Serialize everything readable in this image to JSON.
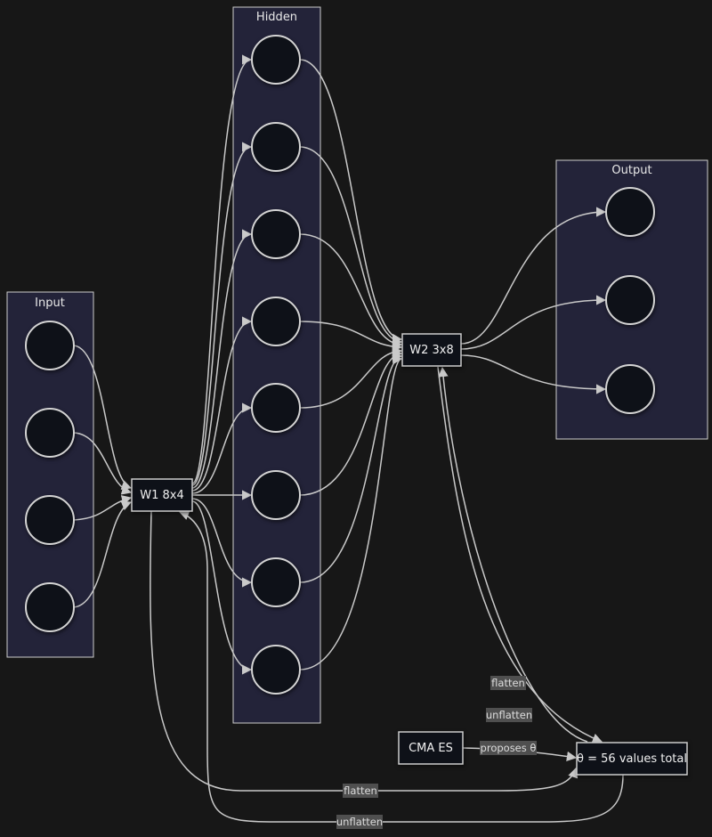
{
  "diagram": {
    "type": "neural-network-flowchart",
    "structure": {
      "input_neurons": 4,
      "hidden_neurons": 8,
      "output_neurons": 3
    }
  },
  "groups": {
    "input": {
      "label": "Input"
    },
    "hidden": {
      "label": "Hidden"
    },
    "output": {
      "label": "Output"
    }
  },
  "nodes": {
    "w1": {
      "label": "W1 8x4"
    },
    "w2": {
      "label": "W2 3x8"
    },
    "cma": {
      "label": "CMA ES"
    },
    "theta": {
      "label": "θ = 56 values total"
    }
  },
  "edge_labels": {
    "w2_flatten": "flatten",
    "w2_unflatten": "unflatten",
    "proposes": "proposes θ",
    "w1_flatten": "flatten",
    "w1_unflatten": "unflatten"
  },
  "colors": {
    "background": "#171717",
    "cluster_fill": "#232339",
    "cluster_stroke": "#cccccc",
    "node_fill": "#0e1118",
    "node_stroke": "#d4d4d4",
    "edge": "#c9c9c9",
    "edge_label_bg": "#4f4f4f",
    "edge_label_text": "#dcdcdc",
    "text": "#f0f0f0"
  }
}
